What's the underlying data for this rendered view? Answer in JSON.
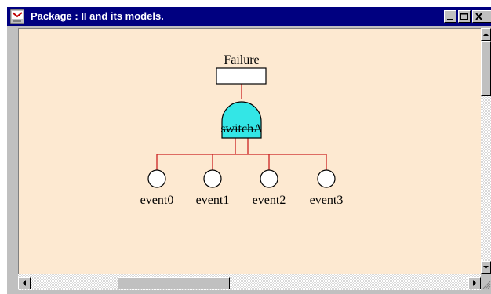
{
  "window": {
    "title": "Package : II and its models.",
    "controls": [
      "minimize",
      "maximize",
      "close"
    ],
    "icon": "app-window-icon"
  },
  "diagram": {
    "top_event": "Failure",
    "gate": "switchA",
    "events": [
      "event0",
      "event1",
      "event2",
      "event3"
    ],
    "colors": {
      "canvas": "#fde9d1",
      "gate_fill": "#33e6e6",
      "connector": "#cc2222"
    }
  }
}
